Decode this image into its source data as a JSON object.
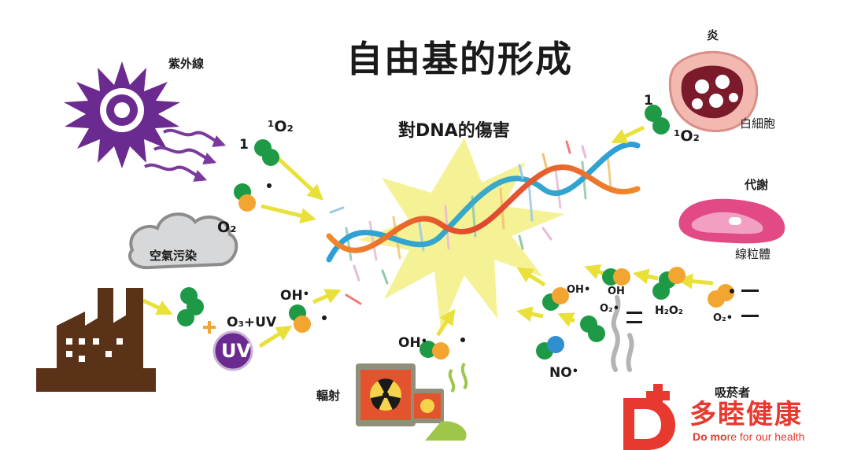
{
  "title": "自由基的形成",
  "center_label": "對DNA的傷害",
  "sources": {
    "uv": "紫外線",
    "air_pollution": "空氣污染",
    "radiation": "輻射",
    "inflammation": "炎",
    "white_cell": "白細胞",
    "metabolism": "代謝",
    "mitochondria": "線粒體",
    "smoker": "吸菸者"
  },
  "chem": {
    "singlet_o2_top": "¹O₂",
    "singlet_1_top": "1",
    "o2_left": "O₂",
    "o3_uv": "O₃+UV",
    "uv_badge": "UV",
    "oh_left": "OH",
    "oh_radiation": "OH",
    "singlet_1_right": "1",
    "singlet_o2_right": "¹O₂",
    "oh_right_a": "OH",
    "oh_right_b": "OH",
    "superoxide_a": "O₂",
    "h2o2": "H₂O₂",
    "superoxide_b": "O₂",
    "no": "NO"
  },
  "brand": {
    "name_cn": "多睦健康",
    "slogan_a": "Do mo",
    "slogan_b": "re for our health"
  },
  "colors": {
    "uv_purple": "#6b2a8f",
    "arrow_yellow": "#e9e13a",
    "green_atom": "#1e9a46",
    "orange_atom": "#f2a531",
    "blue_atom": "#2f8fd0",
    "factory_brown": "#5a3218",
    "brand_red": "#e8392f"
  }
}
